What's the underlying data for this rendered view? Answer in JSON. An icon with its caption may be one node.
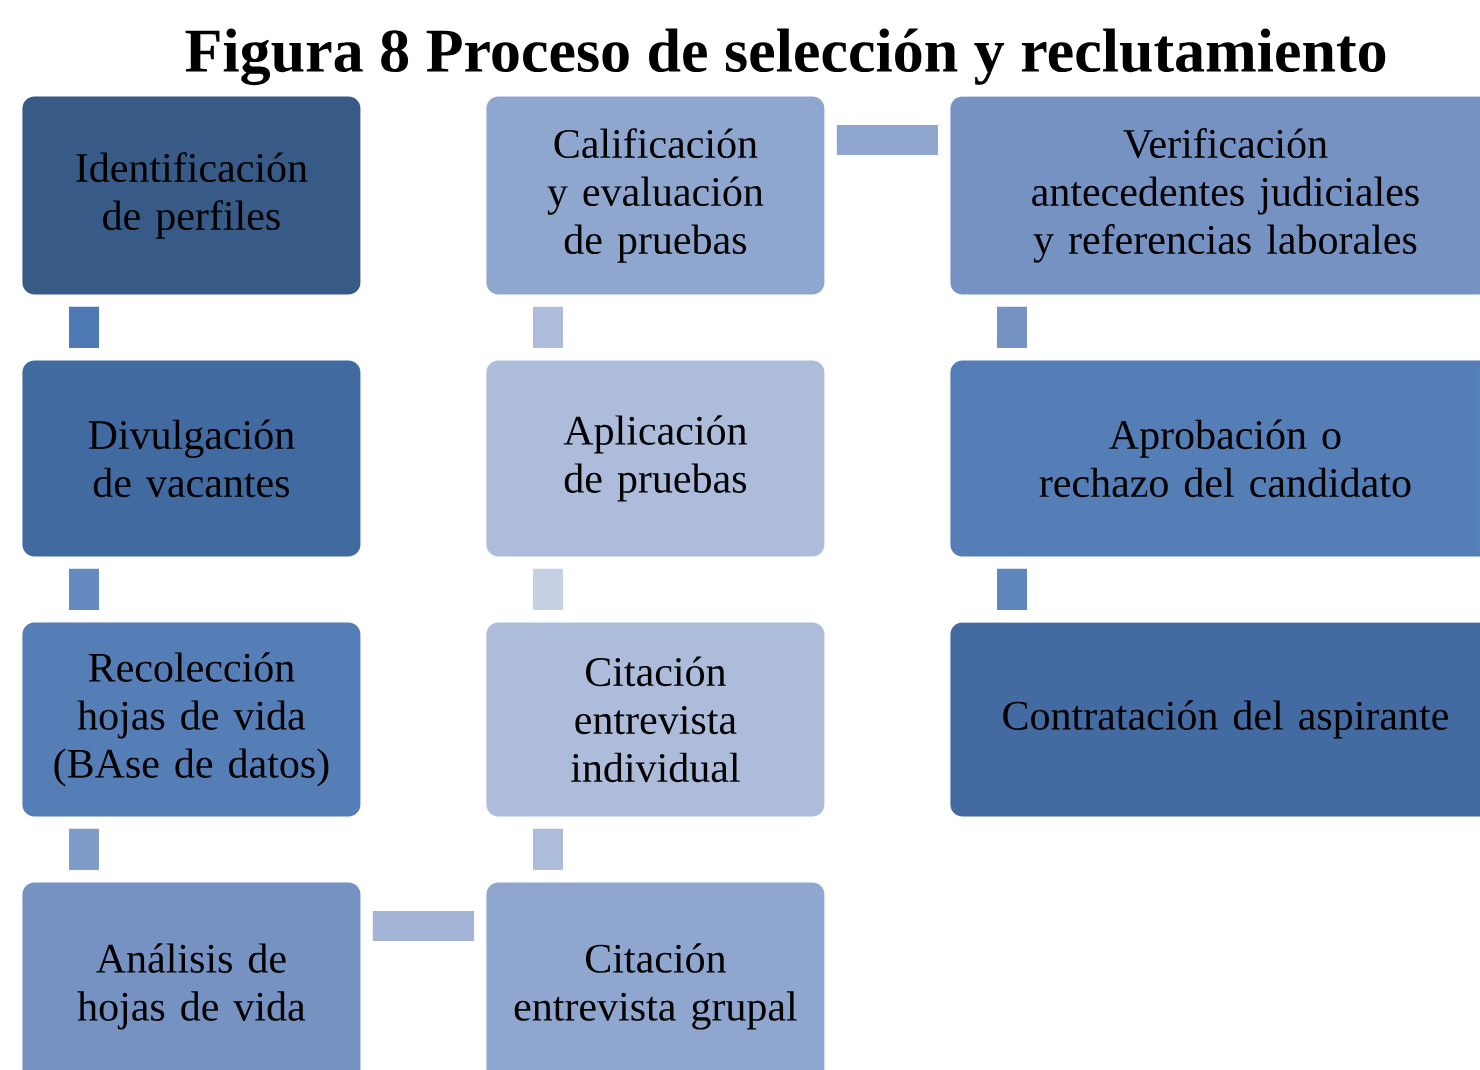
{
  "diagram": {
    "title": "Figura 8 Proceso de selección y reclutamiento",
    "nodes": [
      {
        "text": [
          "Identificación de perfiles"
        ]
      },
      {
        "text": [
          "Divulgación de vacantes"
        ]
      },
      {
        "text": [
          "Recolección hojas de vida (BAse de datos)"
        ]
      },
      {
        "text": [
          "Análisis de hojas de vida"
        ]
      },
      {
        "text": [
          "Citación entrevista grupal"
        ]
      },
      {
        "text": [
          "Citación entrevista individual"
        ]
      },
      {
        "text": [
          "Aplicación de pruebas"
        ]
      },
      {
        "text": [
          "Calificación y evaluación de pruebas"
        ]
      },
      {
        "text": [
          "Verificación antecedentes judiciales y referencias laborales"
        ]
      },
      {
        "text": [
          "Aprobación o rechazo del candidato"
        ]
      },
      {
        "text": [
          "Contratación del aspirante"
        ]
      }
    ],
    "edges": [
      {
        "from": 0,
        "to": 1,
        "arrow": "none",
        "color": "#4f79b4"
      },
      {
        "from": 1,
        "to": 2,
        "arrow": "none",
        "color": "#648ac0"
      },
      {
        "from": 2,
        "to": 3,
        "arrow": "none",
        "color": "#7f9bc9"
      },
      {
        "from": 3,
        "to": 4,
        "arrow": "none",
        "color": "#a3b4d6"
      },
      {
        "from": 4,
        "to": 5,
        "arrow": "none",
        "color": "#adbcdb"
      },
      {
        "from": 5,
        "to": 6,
        "arrow": "none",
        "color": "#c5d0e5"
      },
      {
        "from": 6,
        "to": 7,
        "arrow": "none",
        "color": "#adbcdb"
      },
      {
        "from": 7,
        "to": 8,
        "arrow": "none",
        "color": "#8fa7cf"
      },
      {
        "from": 8,
        "to": 9,
        "arrow": "none",
        "color": "#7592c3"
      },
      {
        "from": 9,
        "to": 10,
        "arrow": "none",
        "color": "#5f86bd"
      }
    ]
  }
}
